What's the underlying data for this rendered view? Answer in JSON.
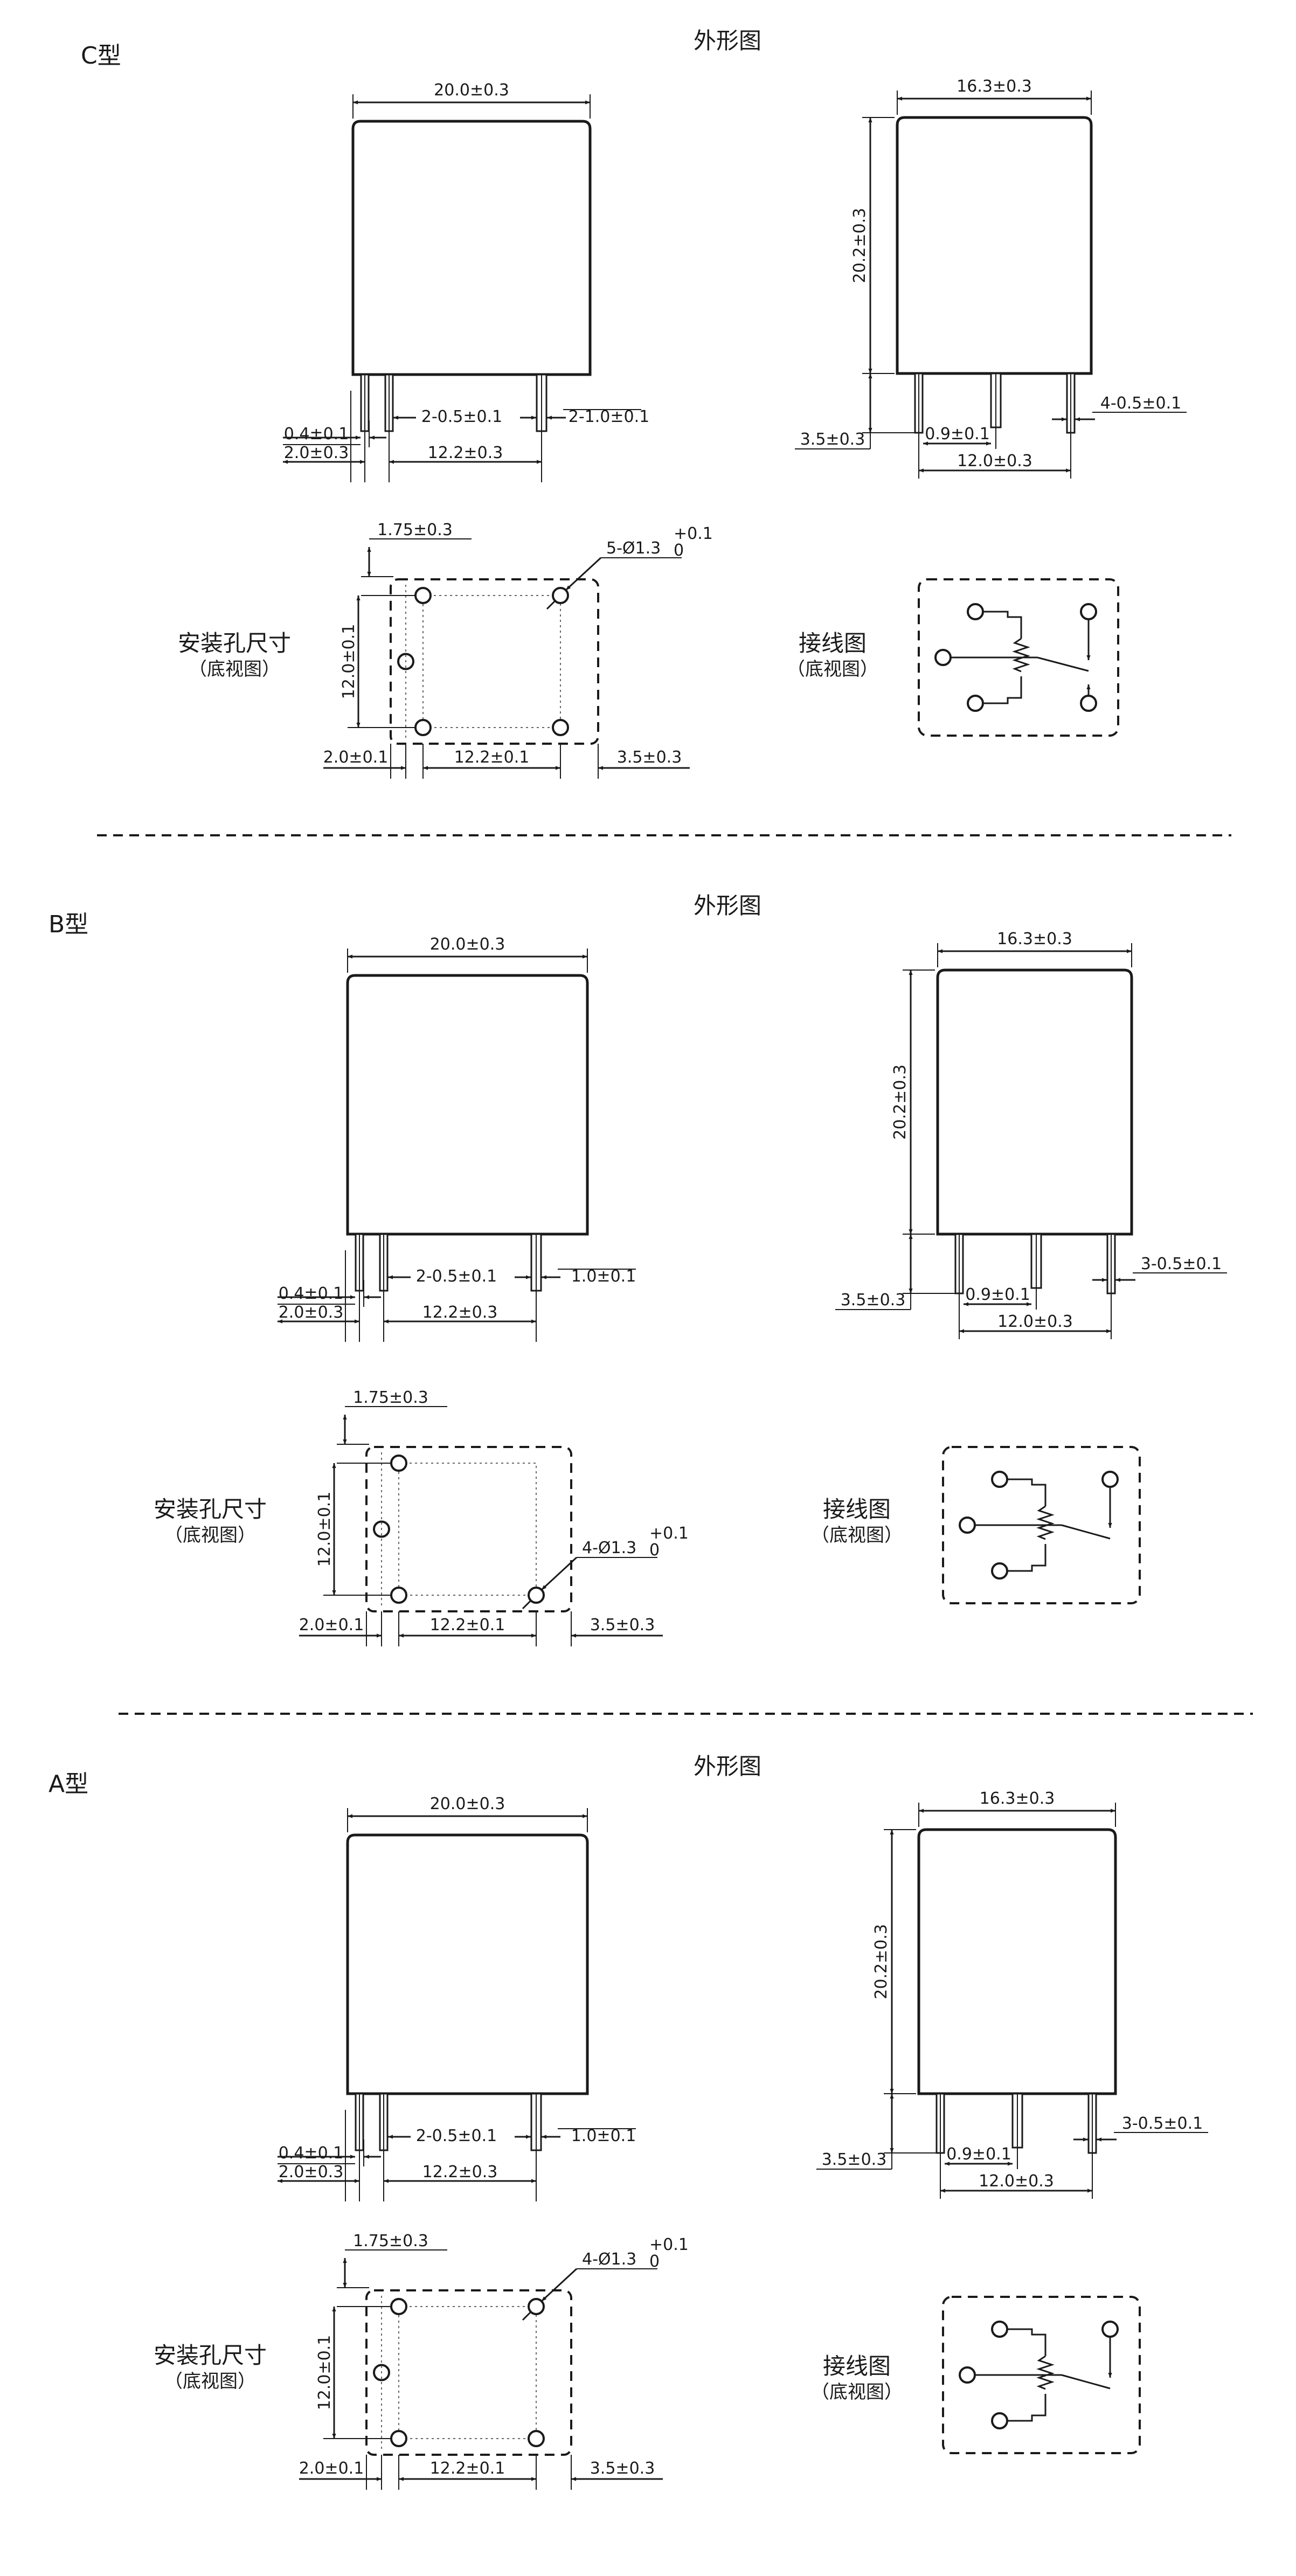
{
  "sections": [
    {
      "type_label": "C型",
      "title": "外形图",
      "front_width": "20.0±0.3",
      "pin_thickness": "0.4±0.1",
      "pin_offset": "2.0±0.3",
      "pin_width": "2-0.5±0.1",
      "pin_span": "12.2±0.3",
      "right_pin_width": "2-1.0±0.1",
      "side_width": "16.3±0.3",
      "height": "20.2±0.3",
      "side_pin_height": "3.5±0.3",
      "side_pin_gap": "0.9±0.1",
      "side_pin_width": "4-0.5±0.1",
      "side_pin_span": "12.0±0.3",
      "mount_title": "安装孔尺寸",
      "mount_sub": "（底视图）",
      "mount_top_offset": "1.75±0.3",
      "mount_height": "12.0±0.1",
      "mount_left_offset": "2.0±0.1",
      "mount_span": "12.2±0.1",
      "mount_right_offset": "3.5±0.3",
      "hole_label": "5-Ø1.3",
      "hole_tol_upper": "+0.1",
      "hole_tol_lower": "0",
      "wiring_title": "接线图",
      "wiring_sub": "（底视图）"
    },
    {
      "type_label": "B型",
      "title": "外形图",
      "front_width": "20.0±0.3",
      "pin_thickness": "0.4±0.1",
      "pin_offset": "2.0±0.3",
      "pin_width": "2-0.5±0.1",
      "pin_span": "12.2±0.3",
      "right_pin_width": "1.0±0.1",
      "side_width": "16.3±0.3",
      "height": "20.2±0.3",
      "side_pin_height": "3.5±0.3",
      "side_pin_gap": "0.9±0.1",
      "side_pin_width": "3-0.5±0.1",
      "side_pin_span": "12.0±0.3",
      "mount_title": "安装孔尺寸",
      "mount_sub": "（底视图）",
      "mount_top_offset": "1.75±0.3",
      "mount_height": "12.0±0.1",
      "mount_left_offset": "2.0±0.1",
      "mount_span": "12.2±0.1",
      "mount_right_offset": "3.5±0.3",
      "hole_label": "4-Ø1.3",
      "hole_tol_upper": "+0.1",
      "hole_tol_lower": "0",
      "wiring_title": "接线图",
      "wiring_sub": "（底视图）"
    },
    {
      "type_label": "A型",
      "title": "外形图",
      "front_width": "20.0±0.3",
      "pin_thickness": "0.4±0.1",
      "pin_offset": "2.0±0.3",
      "pin_width": "2-0.5±0.1",
      "pin_span": "12.2±0.3",
      "right_pin_width": "1.0±0.1",
      "side_width": "16.3±0.3",
      "height": "20.2±0.3",
      "side_pin_height": "3.5±0.3",
      "side_pin_gap": "0.9±0.1",
      "side_pin_width": "3-0.5±0.1",
      "side_pin_span": "12.0±0.3",
      "mount_title": "安装孔尺寸",
      "mount_sub": "（底视图）",
      "mount_top_offset": "1.75±0.3",
      "mount_height": "12.0±0.1",
      "mount_left_offset": "2.0±0.1",
      "mount_span": "12.2±0.1",
      "mount_right_offset": "3.5±0.3",
      "hole_label": "4-Ø1.3",
      "hole_tol_upper": "+0.1",
      "hole_tol_lower": "0",
      "wiring_title": "接线图",
      "wiring_sub": "（底视图）"
    }
  ]
}
